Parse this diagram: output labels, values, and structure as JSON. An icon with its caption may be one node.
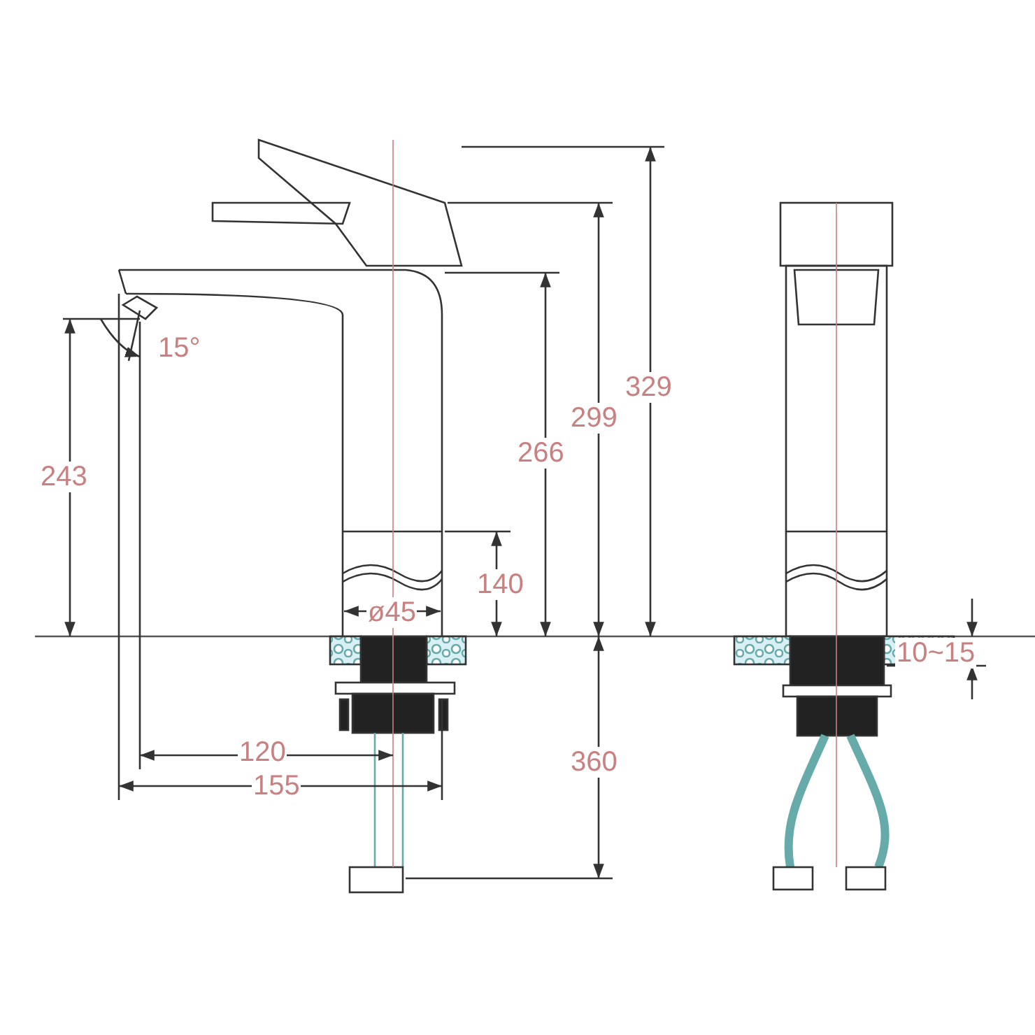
{
  "diagram": {
    "labels": [
      "15°",
      "243",
      "120",
      "155",
      "329",
      "299",
      "266",
      "140",
      "ø45",
      "360",
      "10~15"
    ]
  }
}
